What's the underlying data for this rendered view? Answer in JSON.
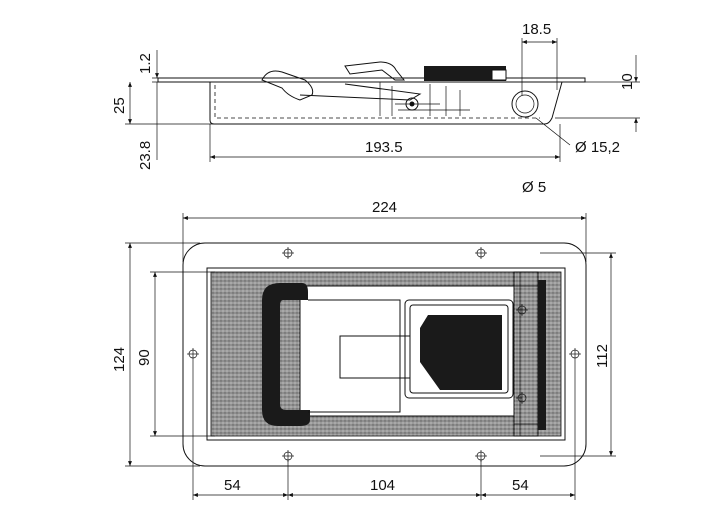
{
  "dimensions": {
    "top_view": {
      "d_18_5": "18.5",
      "d_1_2": "1.2",
      "d_10": "10",
      "d_25": "25",
      "d_23_8": "23.8",
      "d_193_5": "193.5",
      "d_dia_15_2": "Ø 15,2",
      "d_dia_5": "Ø 5"
    },
    "plan_view": {
      "d_224": "224",
      "d_124": "124",
      "d_90": "90",
      "d_112": "112",
      "d_54_left": "54",
      "d_104": "104",
      "d_54_right": "54"
    }
  },
  "colors": {
    "line": "#111111",
    "fill_dark": "#1a1a1a",
    "fill_texture": "#8a8a8a"
  }
}
